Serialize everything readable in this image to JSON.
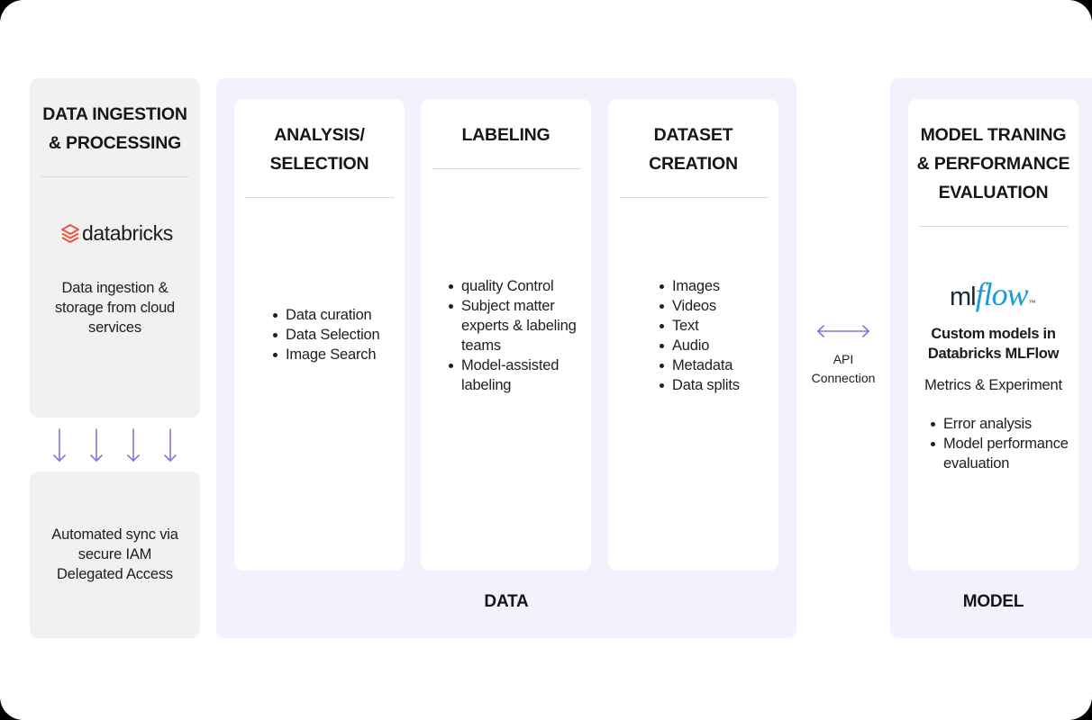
{
  "ingestion": {
    "title": "DATA INGESTION\n& PROCESSING",
    "logo_text": "databricks",
    "description": "Data ingestion &\nstorage from cloud\nservices"
  },
  "sync": {
    "description": "Automated sync via\nsecure IAM\nDelegated Access"
  },
  "data_panel": {
    "label": "DATA",
    "cards": [
      {
        "title": "ANALYSIS/\nSELECTION",
        "items": [
          "Data curation",
          "Data Selection",
          "Image Search"
        ]
      },
      {
        "title": "LABELING",
        "items": [
          "quality Control",
          "Subject matter experts & labeling teams",
          "Model-assisted labeling"
        ]
      },
      {
        "title": "DATASET\nCREATION",
        "items": [
          "Images",
          "Videos",
          "Text",
          "Audio",
          "Metadata",
          "Data splits"
        ]
      }
    ]
  },
  "connector": {
    "label": "API\nConnection"
  },
  "model_panel": {
    "label": "MODEL",
    "title": "MODEL TRANING\n& PERFORMANCE\nEVALUATION",
    "logo_ml": "ml",
    "logo_flow": "flow",
    "logo_tm": "™",
    "subtitle": "Custom models in\nDatabricks MLFlow",
    "metrics": "Metrics & Experiment",
    "items": [
      "Error analysis",
      "Model performance evaluation"
    ]
  },
  "colors": {
    "accent": "#8a73d9",
    "databricks_logo": "#e8553e",
    "mlflow_blue": "#1d9ad7",
    "panel_lavender": "#f2f1fd",
    "box_grey": "#f1f1f1"
  }
}
